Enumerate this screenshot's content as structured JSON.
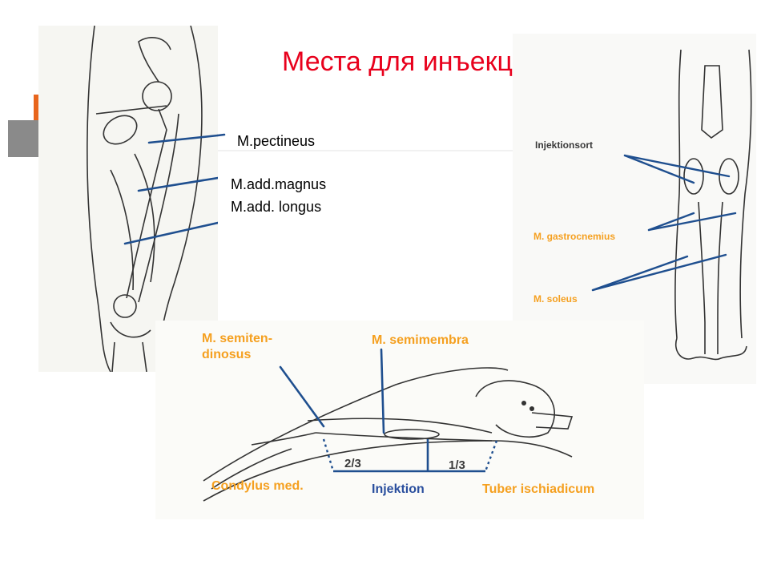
{
  "title": "Места для инъекции",
  "thigh": {
    "labels": [
      "M.pectineus",
      "M.add.magnus",
      "M.add. longus"
    ]
  },
  "leg": {
    "injektionsort": "Injektionsort",
    "gastrocnemius": "M. gastrocnemius",
    "soleus": "M. soleus"
  },
  "back": {
    "semitendinosus_1": "M. semiten-",
    "semitendinosus_2": "dinosus",
    "semimembranosus": "M. semimembra",
    "condylus": "Condylus med.",
    "injektion": "Injektion",
    "tuber": "Tuber ischiadicum",
    "two_thirds": "2/3",
    "one_third": "1/3"
  },
  "colors": {
    "title": "#e8001c",
    "pointer": "#1f4f8f",
    "orange_label": "#f5a020",
    "blue_label": "#2a4f9e"
  }
}
